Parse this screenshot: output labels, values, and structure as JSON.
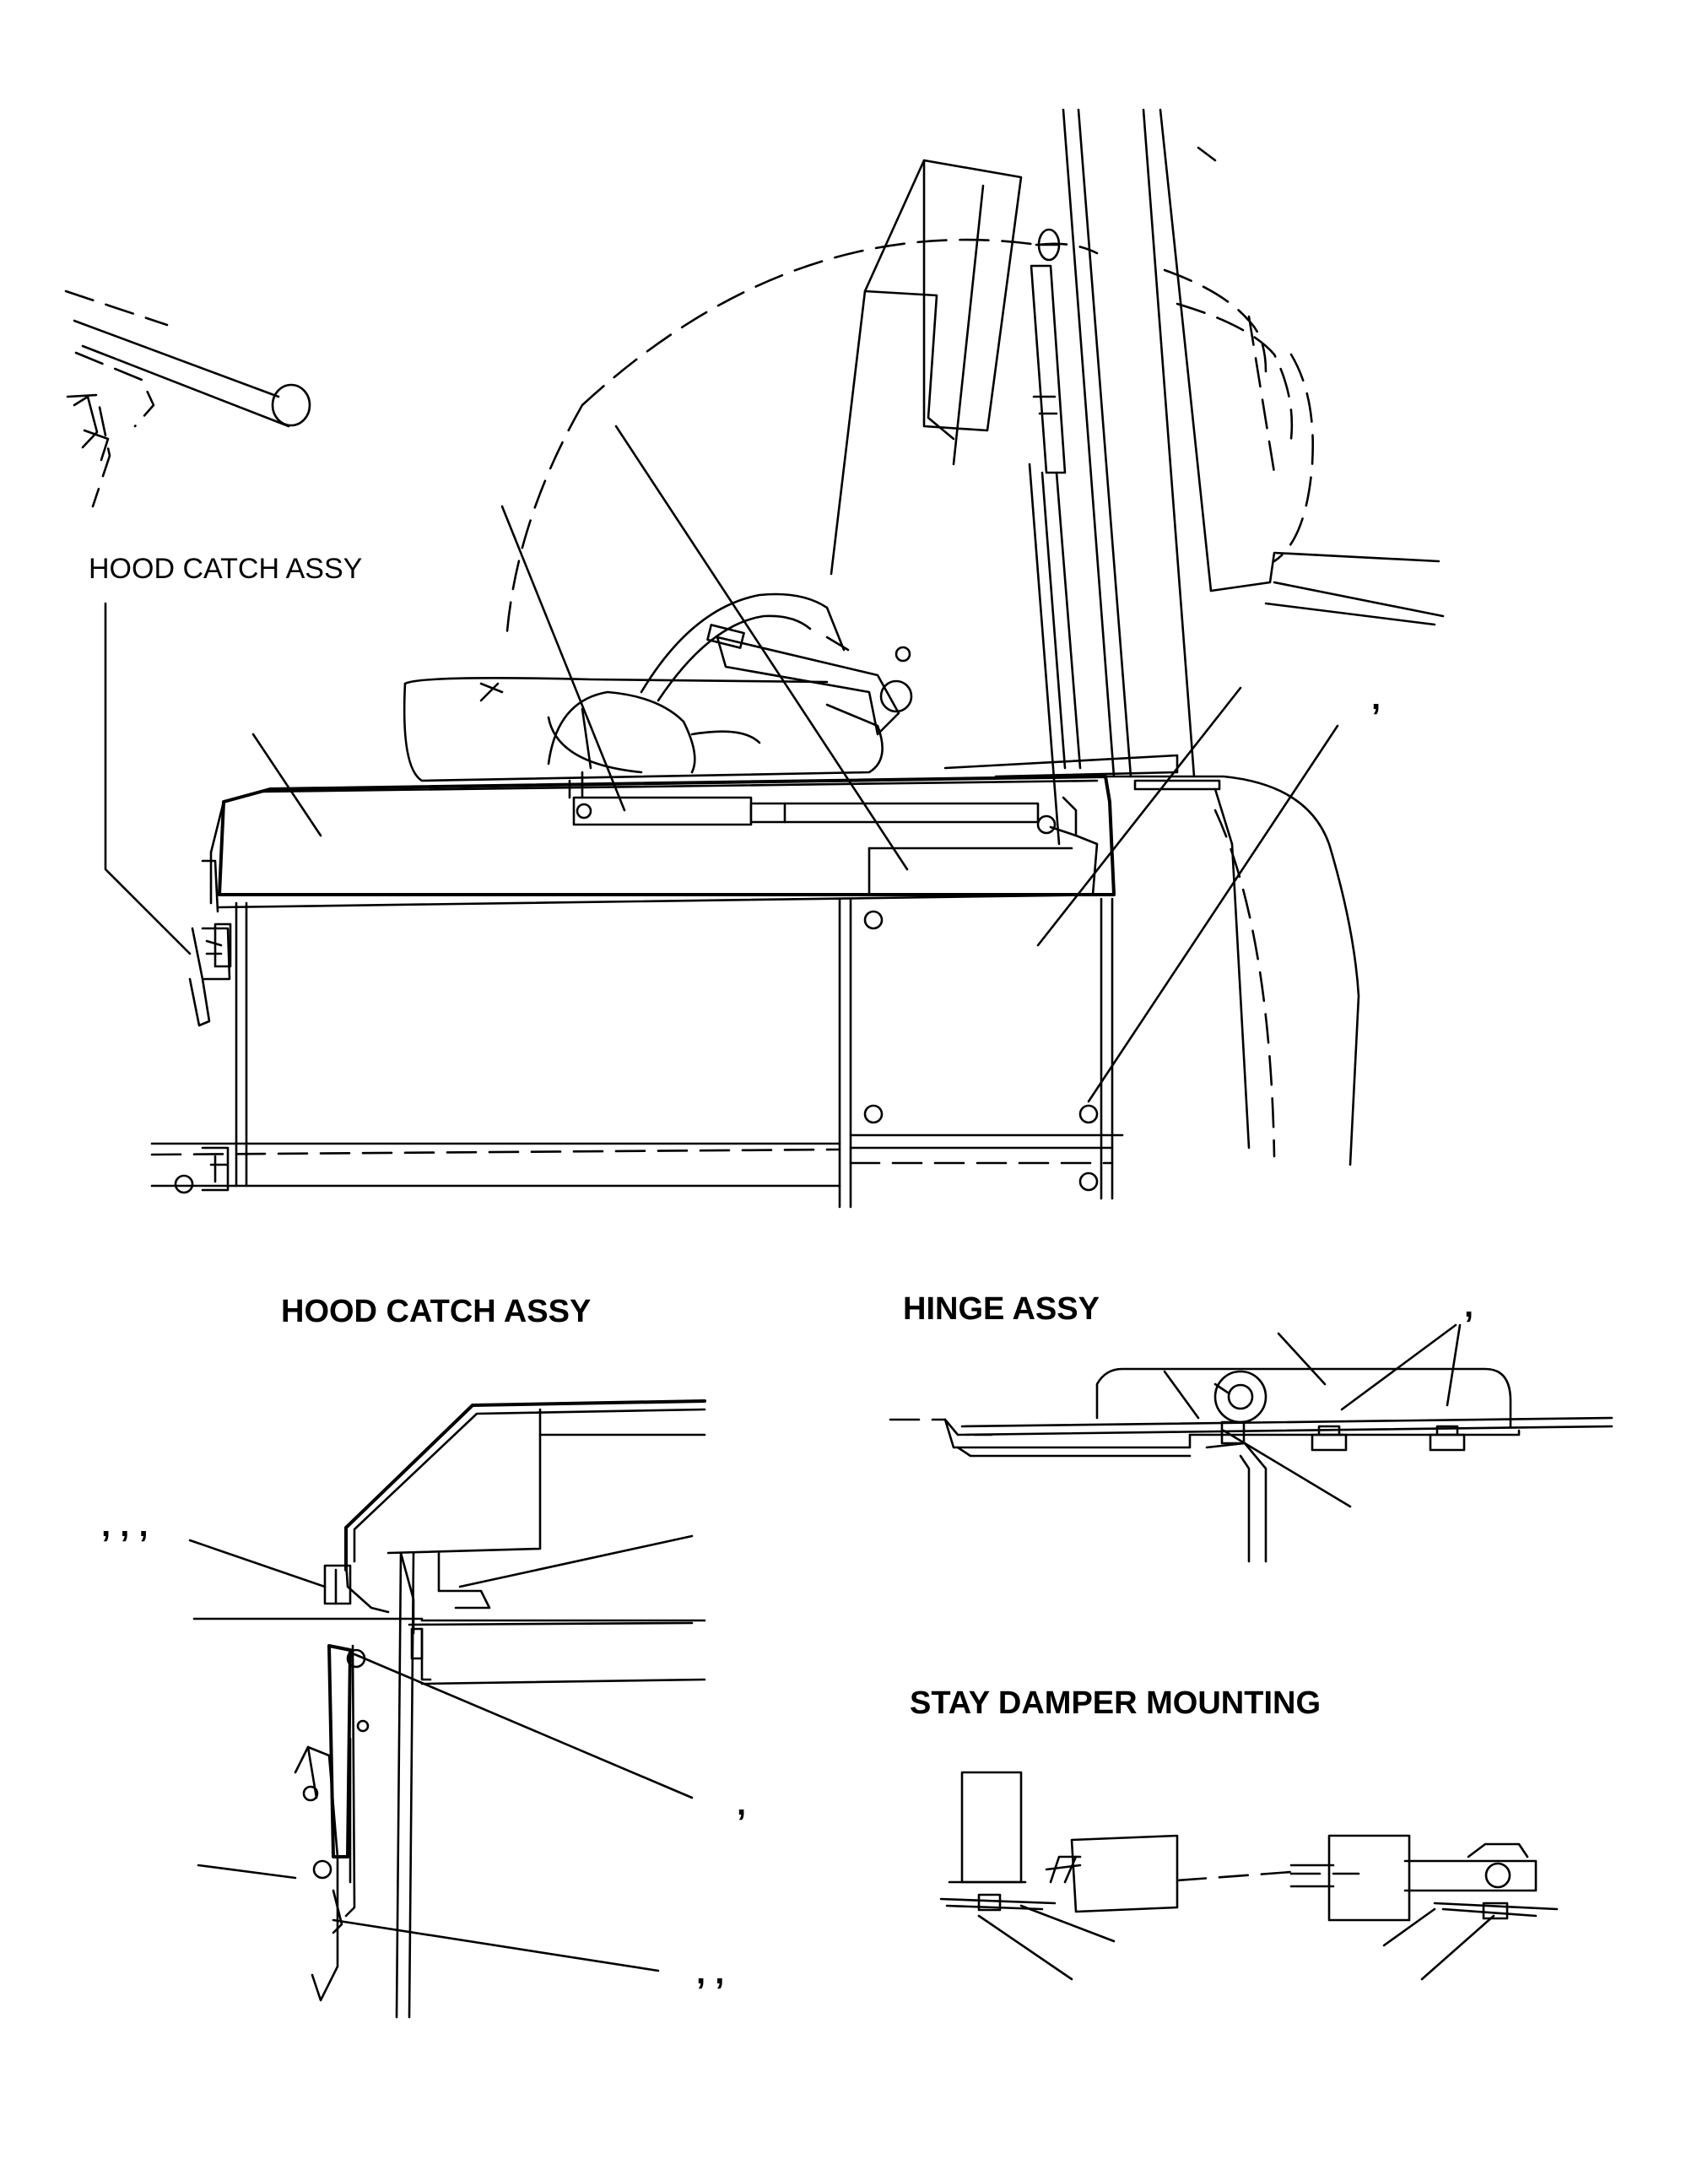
{
  "main_view": {
    "callout_hood_catch": "HOOD CATCH ASSY",
    "callout_tick": ","
  },
  "detail_hood_catch": {
    "title": "HOOD CATCH ASSY",
    "mark_top": ",   ,   ,",
    "mark_mid": ",",
    "mark_bottom": ",     ,"
  },
  "detail_hinge": {
    "title": "HINGE ASSY",
    "mark": ","
  },
  "detail_stay_damper": {
    "title": "STAY DAMPER MOUNTING"
  }
}
